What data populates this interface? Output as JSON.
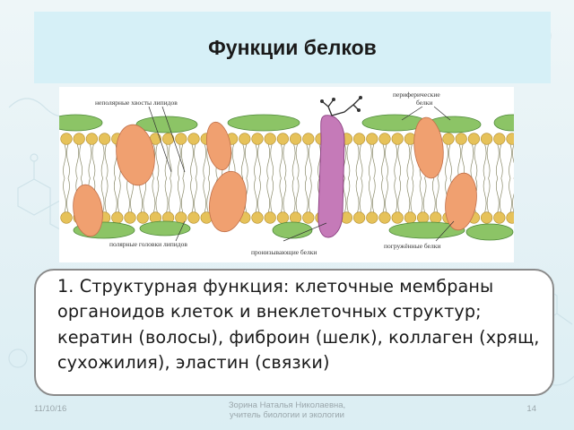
{
  "slide": {
    "title": "Функции белков",
    "body_text": "1. Структурная функция: клеточные мембраны органоидов клеток и внеклеточных структур; кератин (волосы), фиброин (шелк),  коллаген (хрящ, сухожилия), эластин (связки)"
  },
  "figure": {
    "labels": {
      "nonpolar_tails": "неполярные хвосты липидов",
      "peripheral_proteins_line1": "периферические",
      "peripheral_proteins_line2": "белки",
      "polar_heads": "полярные головки липидов",
      "transmembrane_proteins": "пронизывающие белки",
      "embedded_proteins": "погружённые белки"
    },
    "colors": {
      "lipid_head": "#e6c25a",
      "peripheral_protein": "#8cc466",
      "embedded_protein": "#f0a070",
      "transmembrane_protein": "#c57ab8"
    }
  },
  "footer": {
    "date": "11/10/16",
    "author_line1": "Зорина Наталья Николаевна,",
    "author_line2": "учитель биологии и экологии",
    "page_number": "14"
  }
}
